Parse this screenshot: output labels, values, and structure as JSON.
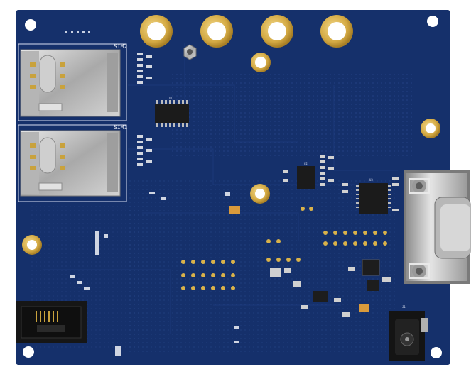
{
  "image": {
    "subject": "blue-pcb-board",
    "colors": {
      "pcb": "#15306b",
      "pcb_dark": "#0f2554",
      "gold": "#d9b24a",
      "silver": "#c9c9c9",
      "ic_black": "#1a1a1a",
      "silk": "#e8ecf5"
    }
  },
  "labels": {
    "sim2": "SIM2",
    "sim1": "SIM1"
  }
}
